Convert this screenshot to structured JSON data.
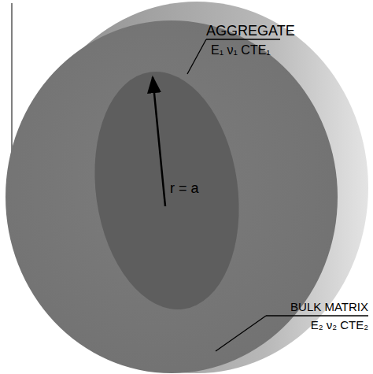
{
  "diagram": {
    "labels": [
      "AGGREGATE",
      "E₁ ν₁ CTE₁",
      "r = a",
      "BULK MATRIX",
      "E₂ ν₂ CTE₂"
    ]
  }
}
